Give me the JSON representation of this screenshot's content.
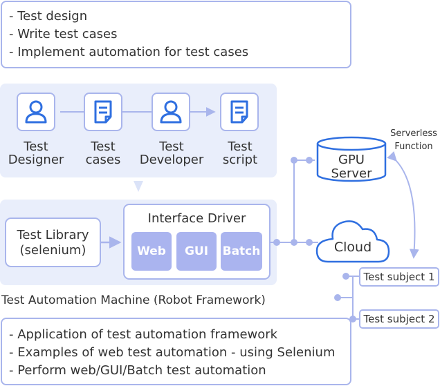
{
  "top_note": {
    "lines": [
      "- Test design",
      "- Write test cases",
      "- Implement automation for test cases"
    ]
  },
  "flow": {
    "steps": [
      {
        "icon": "person-icon",
        "line1": "Test",
        "line2": "Designer"
      },
      {
        "icon": "document-icon",
        "line1": "Test",
        "line2": "cases"
      },
      {
        "icon": "person-icon",
        "line1": "Test",
        "line2": "Developer"
      },
      {
        "icon": "document-icon",
        "line1": "Test",
        "line2": "script"
      }
    ]
  },
  "machine": {
    "caption": "Test Automation Machine (Robot Framework)",
    "library": {
      "line1": "Test Library",
      "line2": "(selenium)"
    },
    "driver": {
      "title": "Interface Driver",
      "chips": [
        "Web",
        "GUI",
        "Batch"
      ]
    }
  },
  "gpu_server": {
    "line1": "GPU",
    "line2": "Server"
  },
  "serverless": {
    "line1": "Serverless",
    "line2": "Function"
  },
  "cloud": {
    "label": "Cloud"
  },
  "subjects": [
    "Test subject 1",
    "Test subject 2"
  ],
  "bottom_note": {
    "lines": [
      "- Application of test automation framework",
      "- Examples of web test automation - using Selenium",
      "- Perform web/GUI/Batch test automation"
    ]
  },
  "colors": {
    "accent": "#2f6fe0",
    "border": "#a9b5ec",
    "panel": "#e9eefb",
    "chip": "#aab4ef",
    "connector": "#a9b5ec"
  }
}
